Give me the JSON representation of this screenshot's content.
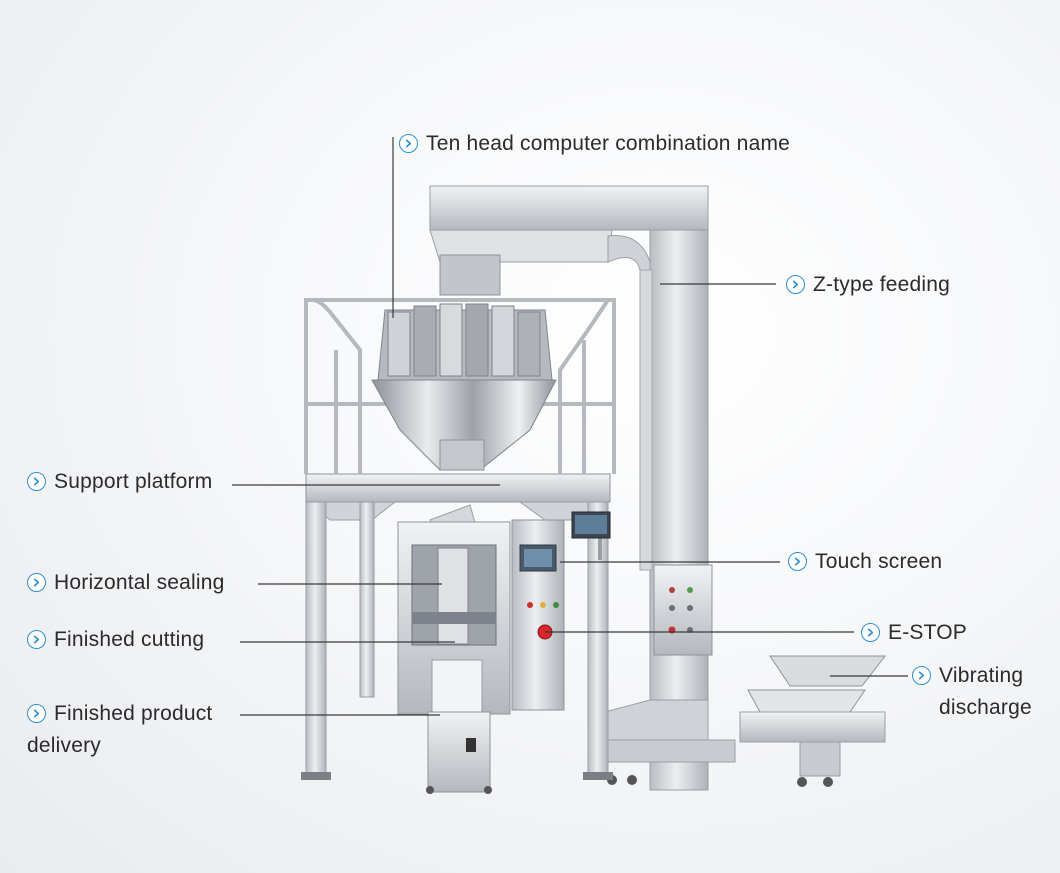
{
  "callouts": {
    "ten_head": "Ten head computer combination name",
    "z_feeding": "Z-type feeding",
    "support_platform": "Support platform",
    "touch_screen": "Touch screen",
    "horizontal_sealing": "Horizontal sealing",
    "finished_cutting": "Finished cutting",
    "e_stop": "E-STOP",
    "vibrating_line1": "Vibrating",
    "vibrating_line2": "discharge",
    "delivery_line1": "Finished product",
    "delivery_line2": "delivery"
  },
  "icons": {
    "bullet": "chevron-right-circle-icon"
  },
  "colors": {
    "accent": "#2a8fd6",
    "text": "#2b2b2b",
    "steel": "#c9ccd1",
    "estop": "#d9262b"
  }
}
